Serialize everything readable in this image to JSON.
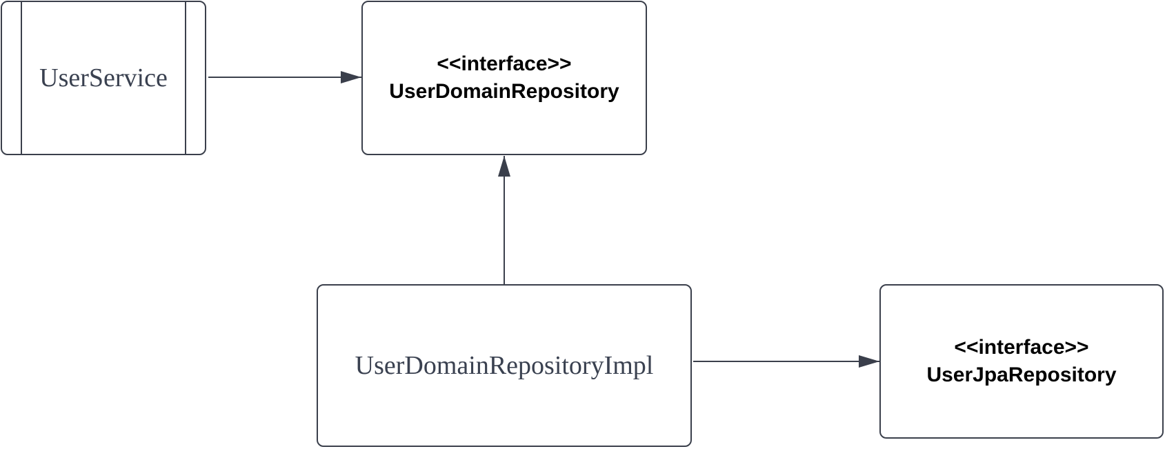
{
  "diagram": {
    "nodes": {
      "user_service": {
        "label": "UserService"
      },
      "user_domain_repository": {
        "stereotype": "<<interface>>",
        "name": "UserDomainRepository"
      },
      "user_domain_repository_impl": {
        "label": "UserDomainRepositoryImpl"
      },
      "user_jpa_repository": {
        "stereotype": "<<interface>>",
        "name": "UserJpaRepository"
      }
    },
    "edges": [
      {
        "from": "UserService",
        "to": "UserDomainRepository",
        "type": "association"
      },
      {
        "from": "UserDomainRepositoryImpl",
        "to": "UserDomainRepository",
        "type": "association"
      },
      {
        "from": "UserDomainRepositoryImpl",
        "to": "UserJpaRepository",
        "type": "association"
      }
    ],
    "colors": {
      "stroke": "#3a3f4b",
      "serif_text": "#3a4150",
      "bold_text": "#000000"
    }
  }
}
